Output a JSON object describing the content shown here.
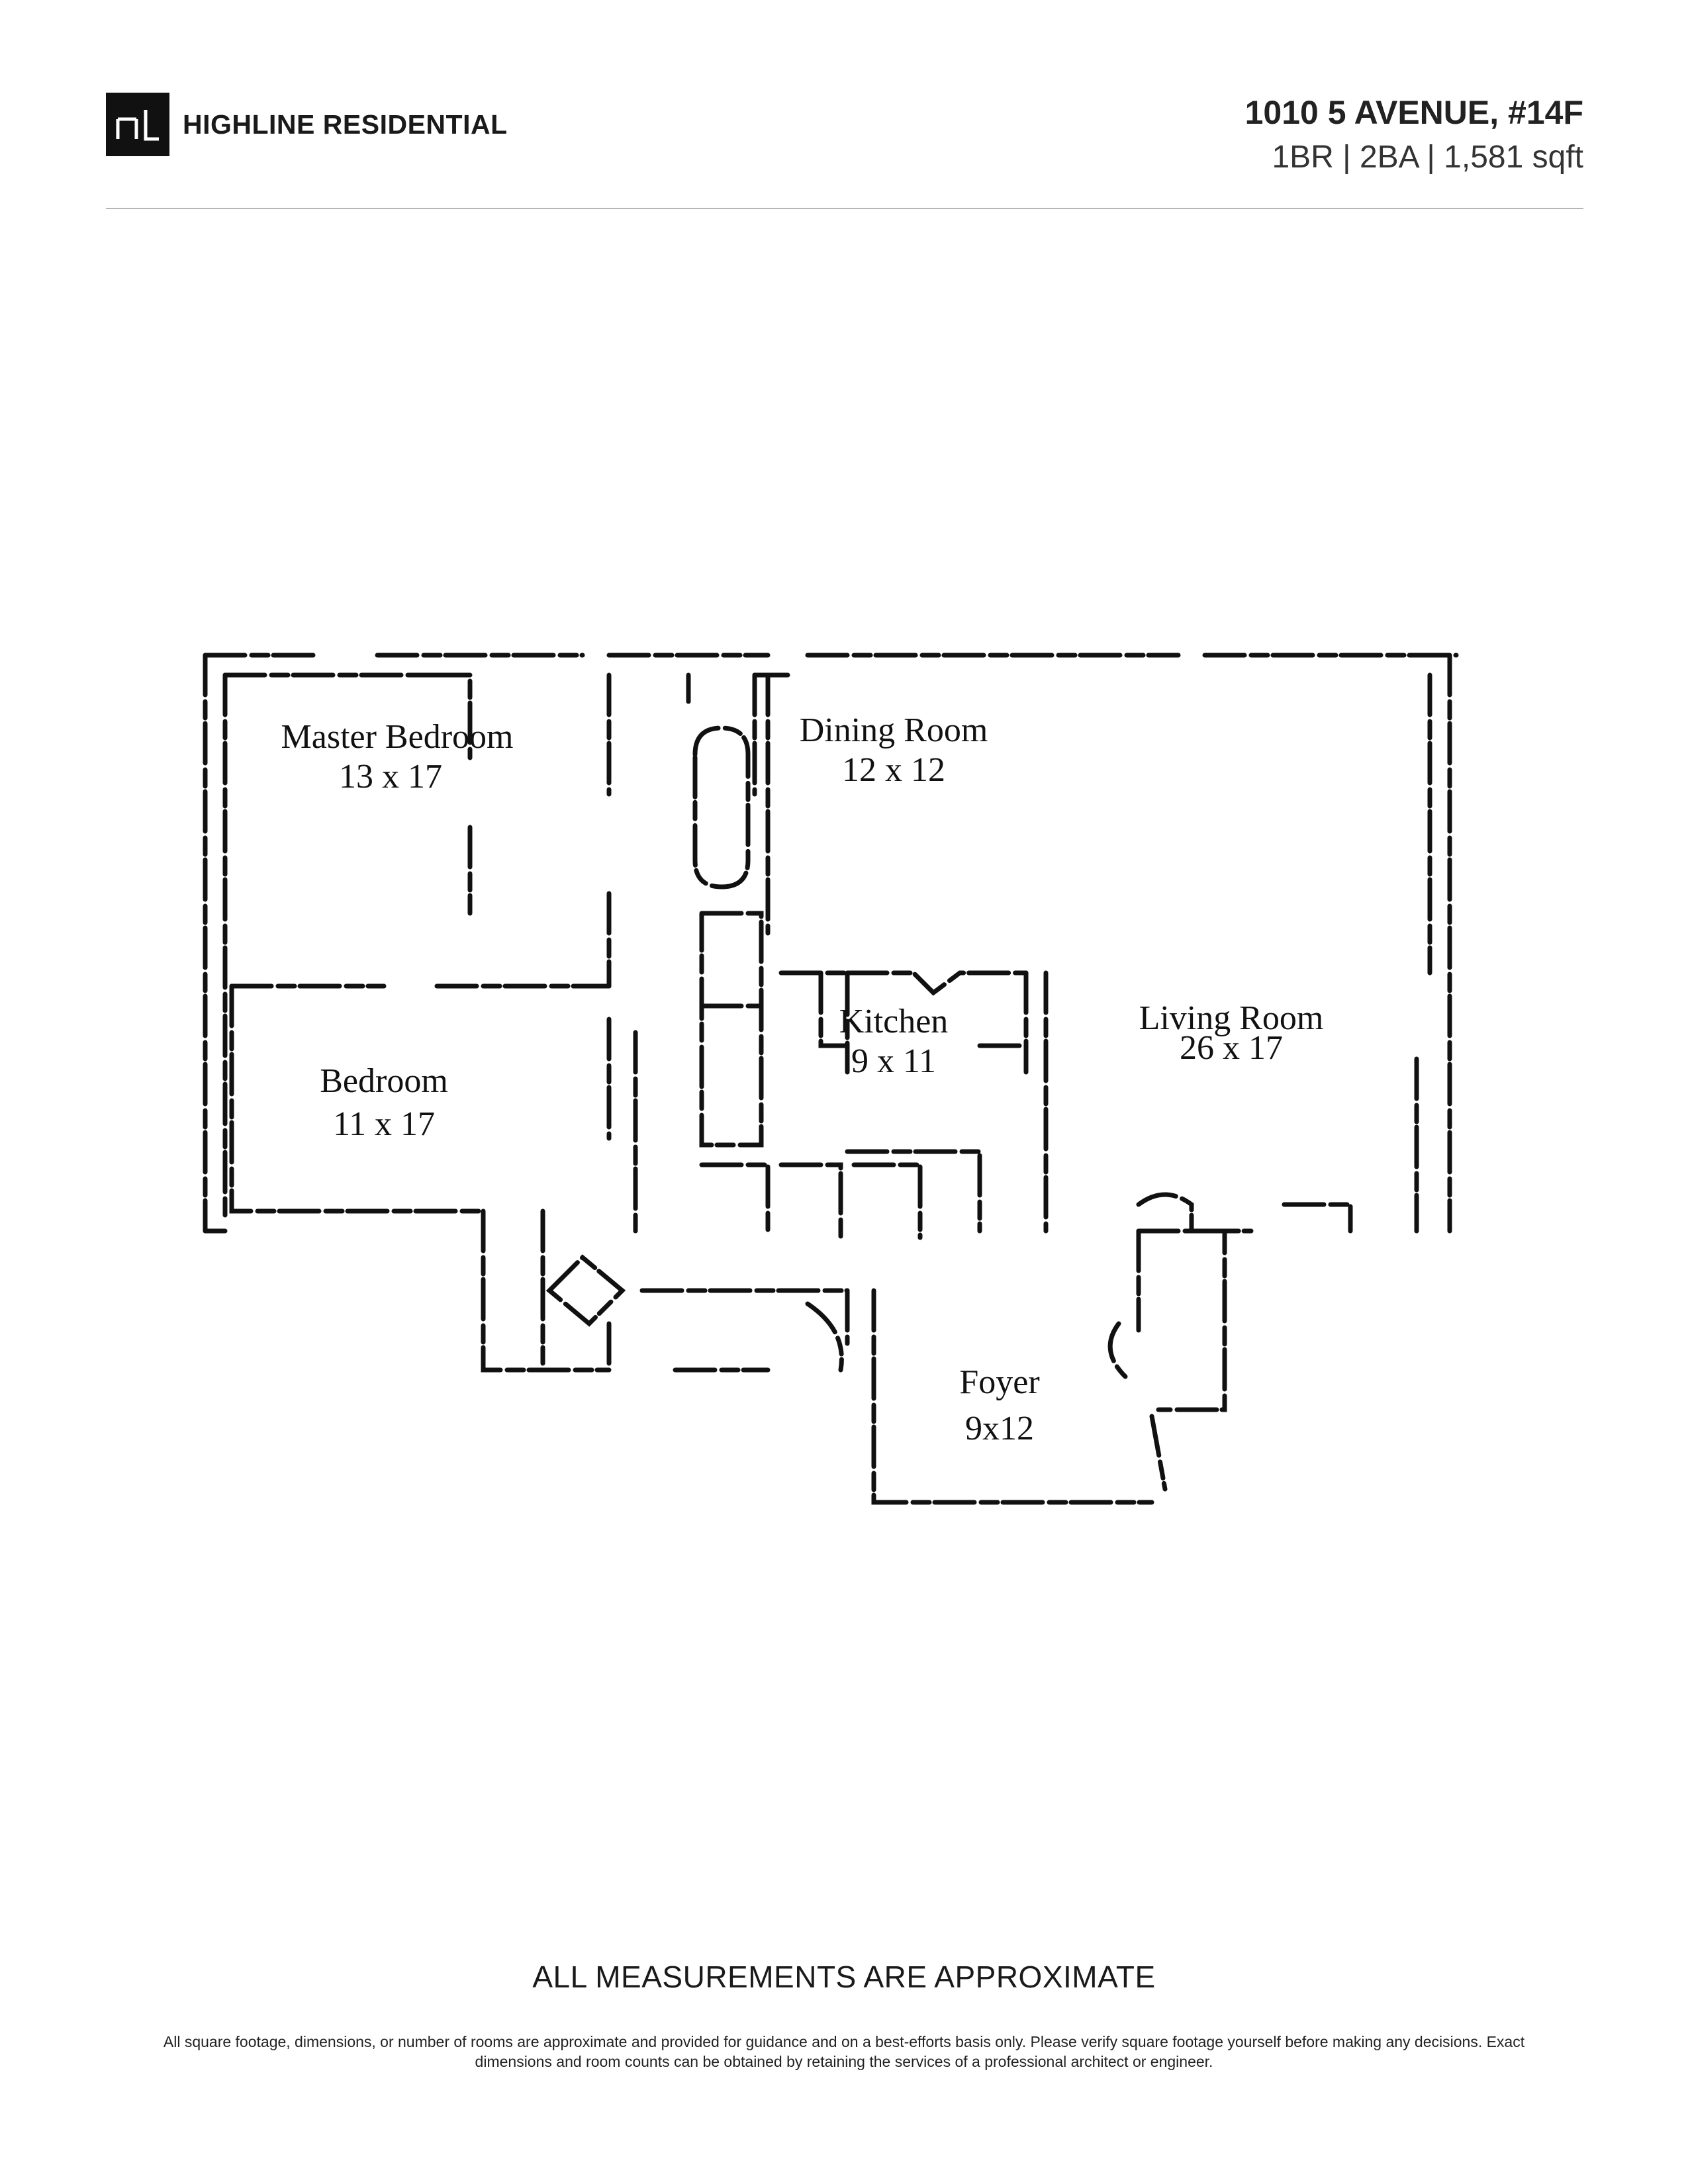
{
  "brand": {
    "logo_icon": "hl-monogram-icon",
    "name": "HIGHLINE RESIDENTIAL"
  },
  "listing": {
    "address": "1010 5 AVENUE, #14F",
    "specs": "1BR | 2BA | 1,581 sqft"
  },
  "floor_plan": {
    "rooms": [
      {
        "name": "Master Bedroom",
        "size": "13 x 17"
      },
      {
        "name": "Dining Room",
        "size": "12 x 12"
      },
      {
        "name": "Kitchen",
        "size": "9 x 11"
      },
      {
        "name": "Living Room",
        "size": "26 x 17"
      },
      {
        "name": "Bedroom",
        "size": "11 x 17"
      },
      {
        "name": "Foyer",
        "size": "9x12"
      }
    ]
  },
  "footer": {
    "approximate_notice": "ALL MEASUREMENTS ARE APPROXIMATE",
    "disclaimer": "All square footage, dimensions, or number of rooms are approximate and provided for guidance and on a best-efforts basis only. Please verify square footage yourself before making any decisions. Exact dimensions and room counts can be obtained by retaining the services of a professional architect or engineer."
  }
}
